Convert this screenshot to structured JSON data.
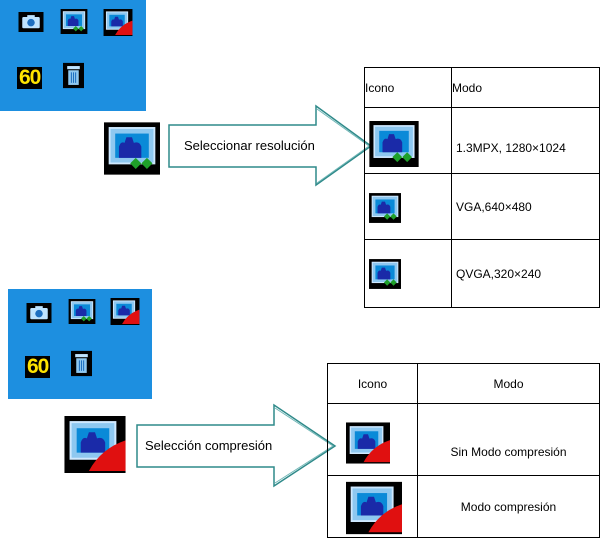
{
  "top_panel": {
    "counter": "60"
  },
  "bottom_panel": {
    "counter": "60"
  },
  "arrow1": {
    "label": "Seleccionar resolución"
  },
  "arrow2": {
    "label": "Selección compresión"
  },
  "table1": {
    "headers": [
      "Icono",
      "Modo"
    ],
    "rows": [
      {
        "icon": "resolution-1.3mpx-icon",
        "mode": "1.3MPX, 1280×1024"
      },
      {
        "icon": "resolution-vga-icon",
        "mode": "VGA,640×480"
      },
      {
        "icon": "resolution-qvga-icon",
        "mode": "QVGA,320×240"
      }
    ]
  },
  "table2": {
    "headers": [
      "Icono",
      "Modo"
    ],
    "rows": [
      {
        "icon": "no-compression-icon",
        "mode": "Sin Modo compresión"
      },
      {
        "icon": "compression-icon",
        "mode": "Modo compresión"
      }
    ]
  },
  "colors": {
    "menu_blue": "#1d8fe0",
    "counter_yellow": "#ffe400",
    "arrow_teal": "#2f8a8a",
    "compression_red": "#e01010",
    "icon_frame": "#8ec8f0"
  }
}
